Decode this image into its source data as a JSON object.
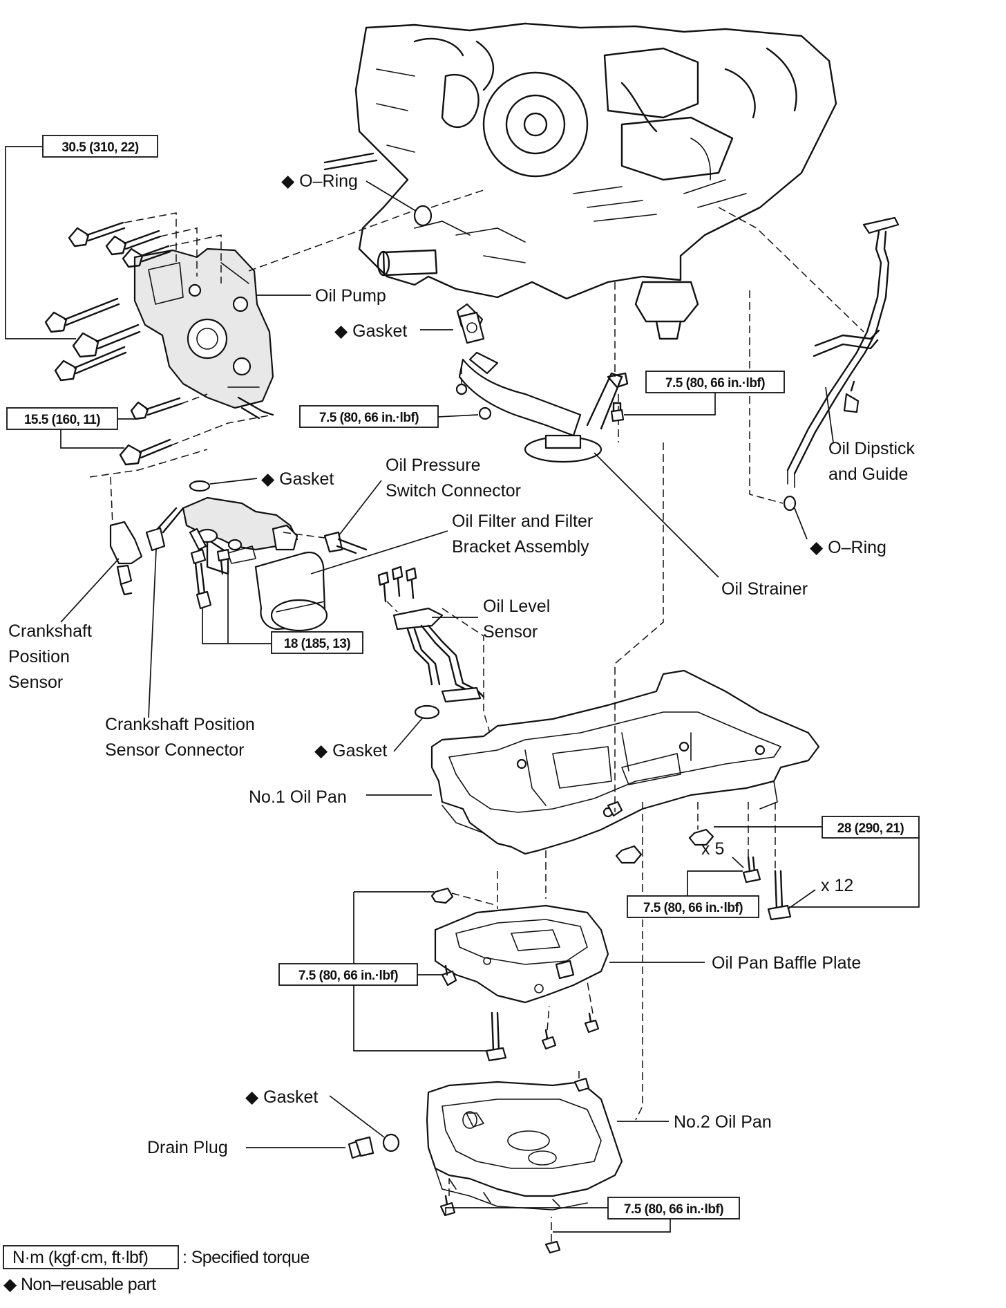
{
  "labels": {
    "o_ring_top": "◆ O–Ring",
    "oil_pump": "Oil Pump",
    "gasket_strainer": "◆ Gasket",
    "gasket_filter": "◆ Gasket",
    "oil_pressure_1": "Oil Pressure",
    "oil_pressure_2": "Switch Connector",
    "oil_filter_1": "Oil Filter and Filter",
    "oil_filter_2": "Bracket Assembly",
    "oil_dipstick_1": "Oil Dipstick",
    "oil_dipstick_2": "and Guide",
    "o_ring_dipstick": "◆ O–Ring",
    "oil_strainer": "Oil Strainer",
    "oil_level_1": "Oil Level",
    "oil_level_2": "Sensor",
    "crank_sensor_1": "Crankshaft",
    "crank_sensor_2": "Position",
    "crank_sensor_3": "Sensor",
    "crank_conn_1": "Crankshaft Position",
    "crank_conn_2": "Sensor Connector",
    "gasket_level": "◆ Gasket",
    "no1_oil_pan": "No.1 Oil Pan",
    "x5": "x 5",
    "x12": "x 12",
    "baffle_plate": "Oil Pan Baffle Plate",
    "gasket_drain": "◆ Gasket",
    "no2_oil_pan": "No.2 Oil Pan",
    "drain_plug": "Drain Plug"
  },
  "torque": {
    "pump_upper": "30.5 (310, 22)",
    "pump_lower": "15.5 (160, 11)",
    "strainer_left": "7.5 (80, 66 in.·lbf)",
    "strainer_right": "7.5 (80, 66 in.·lbf)",
    "filter_bracket": "18 (185, 13)",
    "pan1_nuts": "28 (290, 21)",
    "pan1_bolts": "7.5 (80, 66 in.·lbf)",
    "baffle": "7.5 (80, 66 in.·lbf)",
    "pan2": "7.5 (80, 66 in.·lbf)"
  },
  "legend": {
    "unit_box": "N·m (kgf·cm, ft·lbf)",
    "unit_desc": ": Specified torque",
    "non_reusable": "◆ Non–reusable part"
  }
}
